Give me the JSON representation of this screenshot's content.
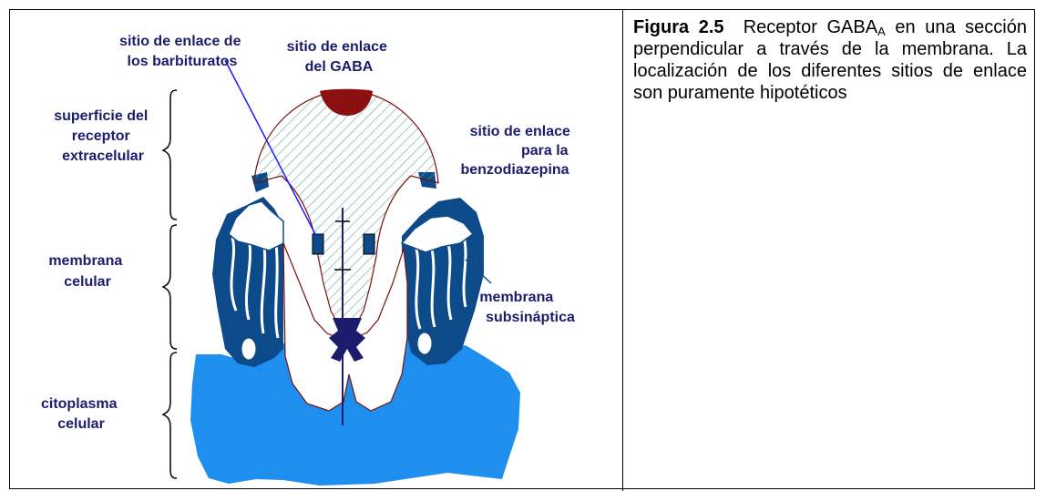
{
  "figure": {
    "labels": {
      "barbiturate_site_line1": "sitio de enlace de",
      "barbiturate_site_line2": "los barbituratos",
      "gaba_site_line1": "sitio de enlace",
      "gaba_site_line2": "del GABA",
      "benzo_site_line1": "sitio de enlace",
      "benzo_site_line2": "para la",
      "benzo_site_line3": "benzodiazepina",
      "surface_line1": "superficie del",
      "surface_line2": "receptor",
      "surface_line3": "extracelular",
      "membrane_line1": "membrana",
      "membrane_line2": "celular",
      "subsynaptic_line1": "membrana",
      "subsynaptic_line2": "subsináptica",
      "cytoplasm_line1": "citoplasma",
      "cytoplasm_line2": "celular"
    },
    "colors": {
      "cytoplasm": "#1e8fef",
      "membrane_protein": "#0d4a8a",
      "gaba_site": "#8b1010",
      "label_text": "#1c1c6e",
      "hatch": "#5fa89a",
      "outline": "#7a0e0e"
    }
  },
  "caption": {
    "figure_number": "Figura 2.5",
    "text_before_sub": "Receptor GABA",
    "subscript": "A",
    "text_after_sub": " en una sección perpendicular a través de la membrana. La localización de los diferentes sitios de enlace son puramente hipotéticos"
  }
}
